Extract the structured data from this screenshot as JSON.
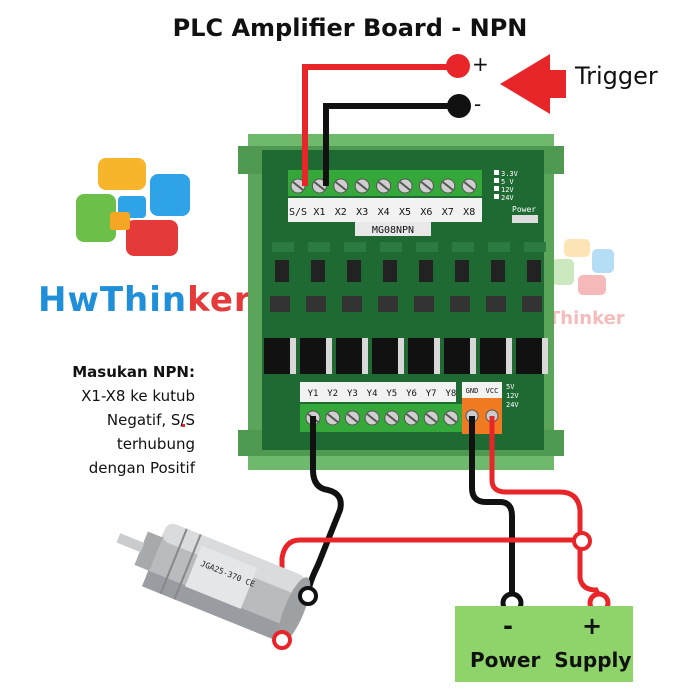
{
  "title": "PLC Amplifier Board - NPN",
  "trigger": {
    "label": "Trigger",
    "plus": "+",
    "minus": "-"
  },
  "brand": {
    "part1": "HwThin",
    "part2": "ker"
  },
  "watermark": "Thinker",
  "npn_note": {
    "heading": "Masukan NPN:",
    "lines": [
      "X1-X8 ke kutub",
      "Negatif, S/S",
      "terhubung",
      "dengan Positif"
    ]
  },
  "board": {
    "model": "MG08NPN",
    "input_labels": [
      "S/S",
      "X1",
      "X2",
      "X3",
      "X4",
      "X5",
      "X6",
      "X7",
      "X8"
    ],
    "output_labels": [
      "Y1",
      "Y2",
      "Y3",
      "Y4",
      "Y5",
      "Y6",
      "Y7",
      "Y8"
    ],
    "power_labels": [
      "GND",
      "VCC"
    ],
    "voltage_labels": [
      "3.3V",
      "5 V",
      "12V",
      "24V"
    ],
    "out_voltage_labels": [
      "5V",
      "12V",
      "24V"
    ],
    "power_led_label": "Power",
    "motor_text": "JGA25-370 CE"
  },
  "power_supply": {
    "minus": "-",
    "plus": "+",
    "label": "Power  Supply"
  },
  "colors": {
    "wire_red": "#e8262a",
    "wire_black": "#111111",
    "board_green": "#1f6a33",
    "din_green": "#5aa55a",
    "psu_green": "#8fd46a"
  }
}
